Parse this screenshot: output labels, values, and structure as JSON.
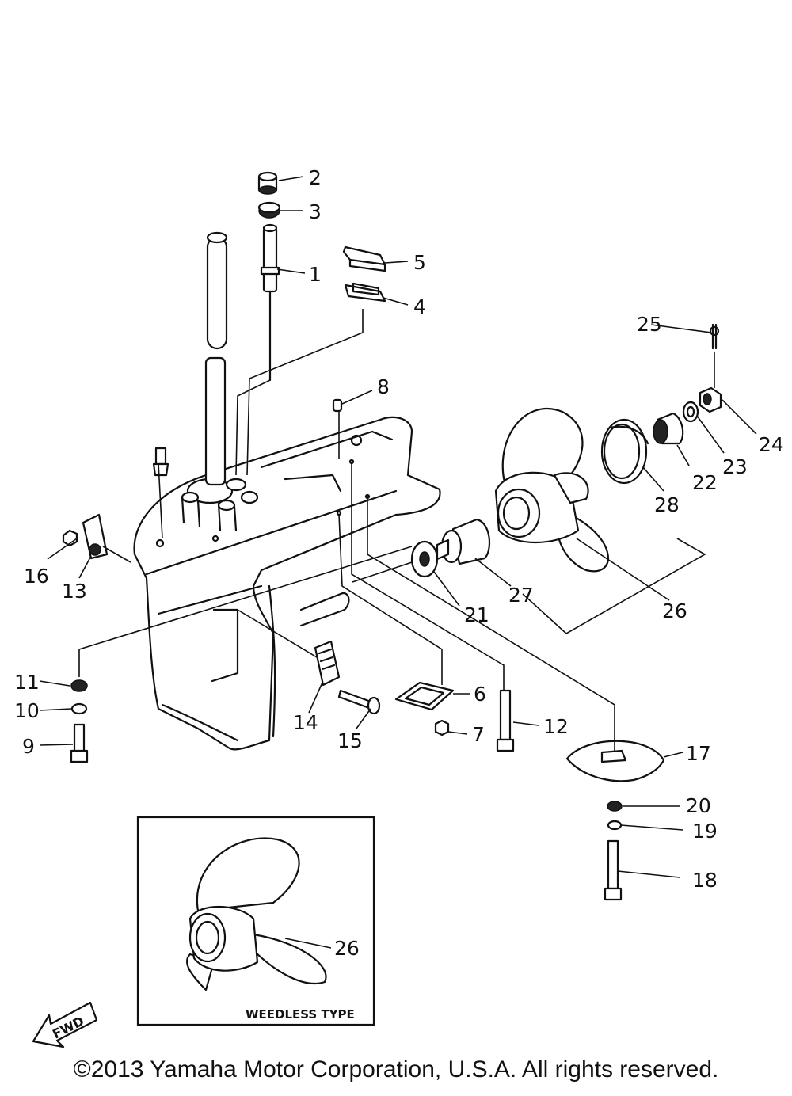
{
  "diagram": {
    "callouts": [
      "1",
      "2",
      "3",
      "4",
      "5",
      "6",
      "7",
      "8",
      "9",
      "10",
      "11",
      "12",
      "13",
      "14",
      "15",
      "16",
      "17",
      "18",
      "19",
      "20",
      "21",
      "22",
      "23",
      "24",
      "25",
      "26",
      "27",
      "28"
    ],
    "inset_callout": "26",
    "inset_label": "WEEDLESS TYPE",
    "fwd_label": "FWD"
  },
  "footer": {
    "copyright": "©2013 Yamaha Motor Corporation, U.S.A. All rights reserved."
  }
}
